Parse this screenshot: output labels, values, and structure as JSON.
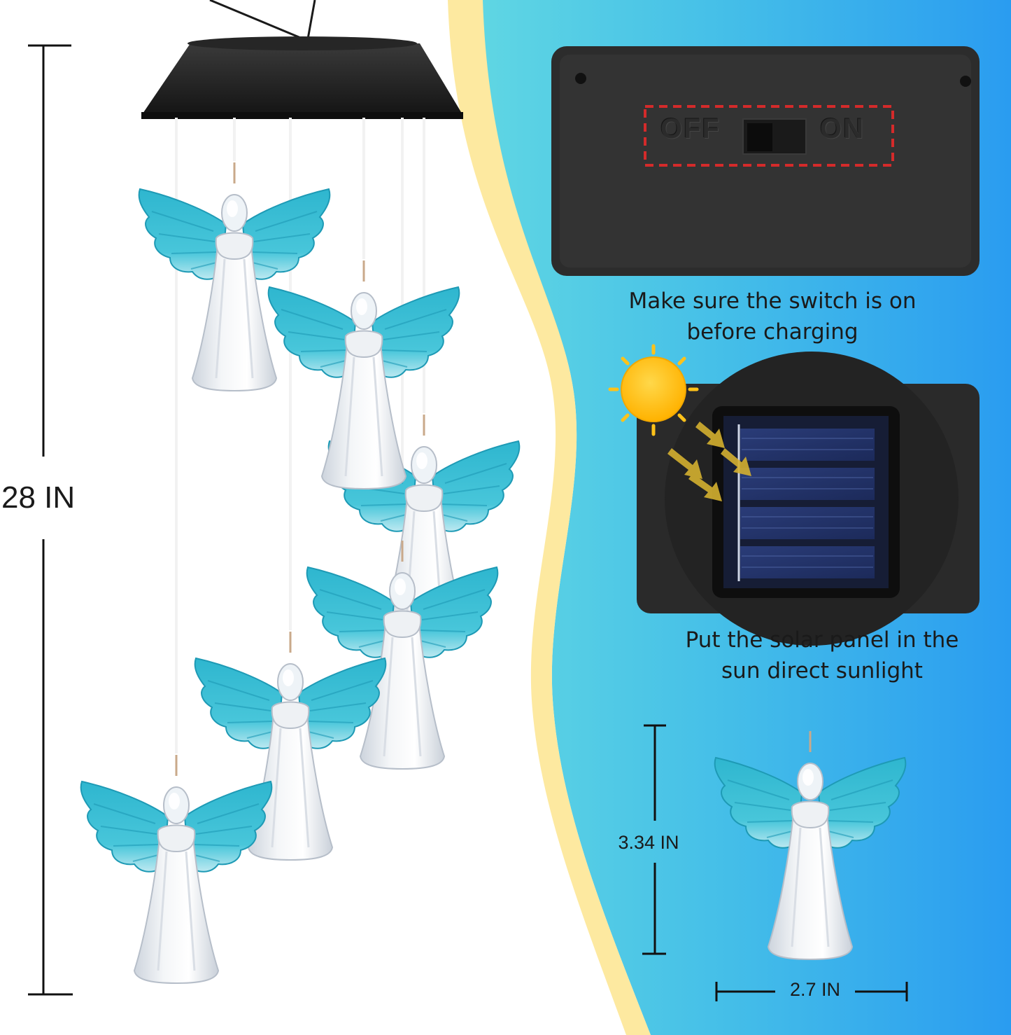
{
  "dimensions": {
    "overall_height": "28 IN",
    "angel_height": "3.34 IN",
    "angel_width": "2.7 IN"
  },
  "switch_panel": {
    "off_label": "OFF",
    "on_label": "ON",
    "caption": "Make sure the switch is on before charging"
  },
  "solar_panel": {
    "caption": "Put the solar panel in the sun direct sunlight"
  },
  "colors": {
    "background_blue": "#2fa3ee",
    "background_cyan": "#55d3e6",
    "accent_yellow": "#fde9a0",
    "wing_teal": "#35bcd2",
    "panel_dark": "#2a2a2a",
    "sun_yellow": "#ffc21a",
    "highlight_red": "#d42a2a"
  },
  "pendants": {
    "count": 6
  }
}
